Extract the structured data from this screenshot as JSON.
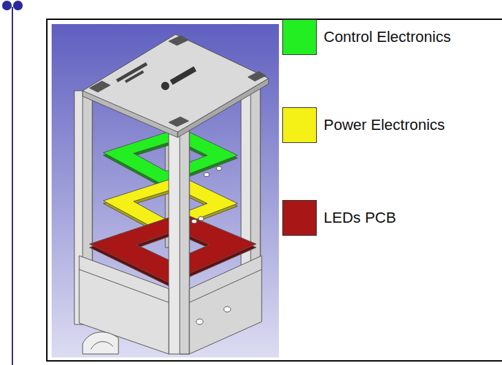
{
  "diagram": {
    "legend": [
      {
        "text": "Control Electronics",
        "color": "#22ee22"
      },
      {
        "text": "Power Electronics",
        "color": "#f5f016"
      },
      {
        "text": "LEDs PCB",
        "color": "#a81616"
      }
    ]
  }
}
